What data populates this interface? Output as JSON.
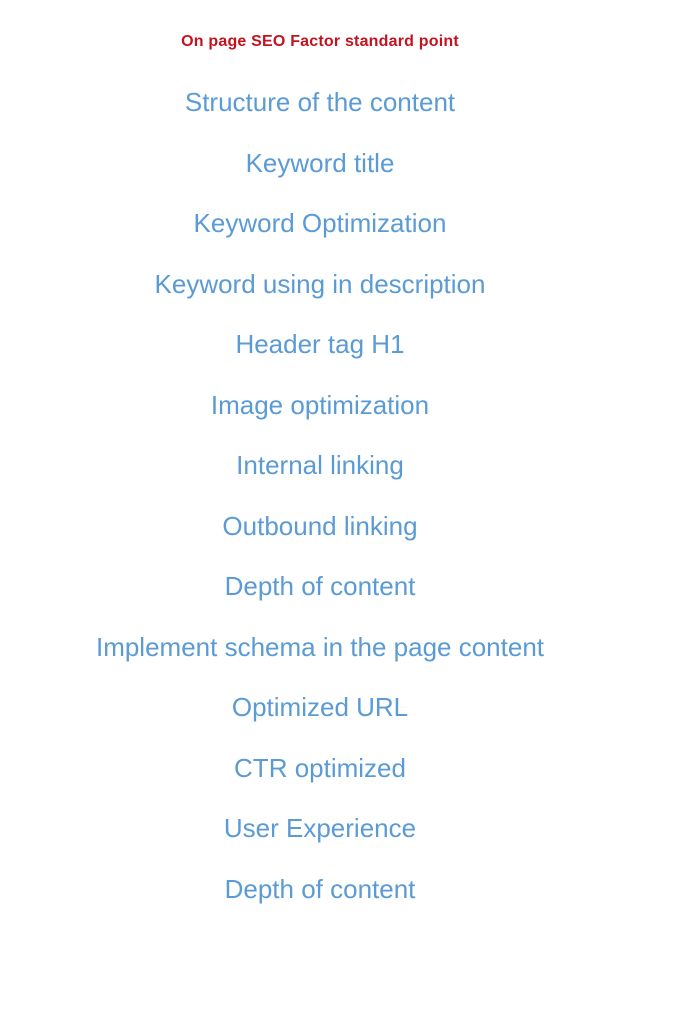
{
  "page": {
    "title": "On page SEO Factor standard point",
    "title_color": "#c5121f",
    "item_color": "#5b9bd5",
    "background_color": "#ffffff",
    "items": [
      "Structure of the content",
      "Keyword title",
      "Keyword Optimization",
      "Keyword using in description",
      "Header tag H1",
      "Image optimization",
      "Internal linking",
      "Outbound linking",
      "Depth of content",
      "Implement schema in the page content",
      "Optimized URL",
      "CTR optimized",
      "User Experience",
      "Depth of content"
    ]
  }
}
